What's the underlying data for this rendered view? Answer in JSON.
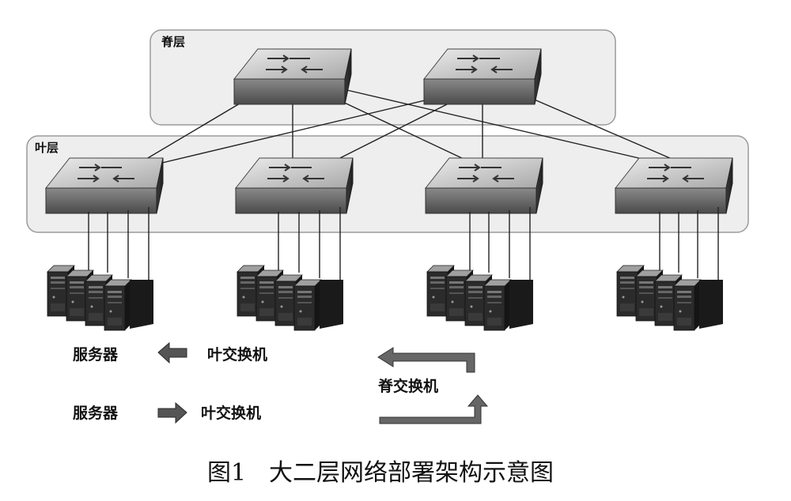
{
  "spine_layer": {
    "label": "脊层"
  },
  "leaf_layer": {
    "label": "叶层"
  },
  "legend": {
    "row1": {
      "left": "服务器",
      "right": "叶交换机"
    },
    "row2": {
      "left": "服务器",
      "right": "叶交换机"
    },
    "return_label": "脊交换机"
  },
  "caption": {
    "figure_number": "图1",
    "title": "大二层网络部署架构示意图"
  },
  "colors": {
    "panel_fill": "#eeeeee",
    "panel_stroke": "#9a9a9a",
    "switch_top": "#d0d0d0",
    "switch_front": "#6a6a6a",
    "arrow": "#555555"
  },
  "icons": {
    "switch": "network-switch-icon",
    "server": "server-rack-icon",
    "left_arrow": "arrow-left-icon",
    "right_arrow": "arrow-right-icon",
    "u_turn": "u-turn-arrow-icon"
  }
}
